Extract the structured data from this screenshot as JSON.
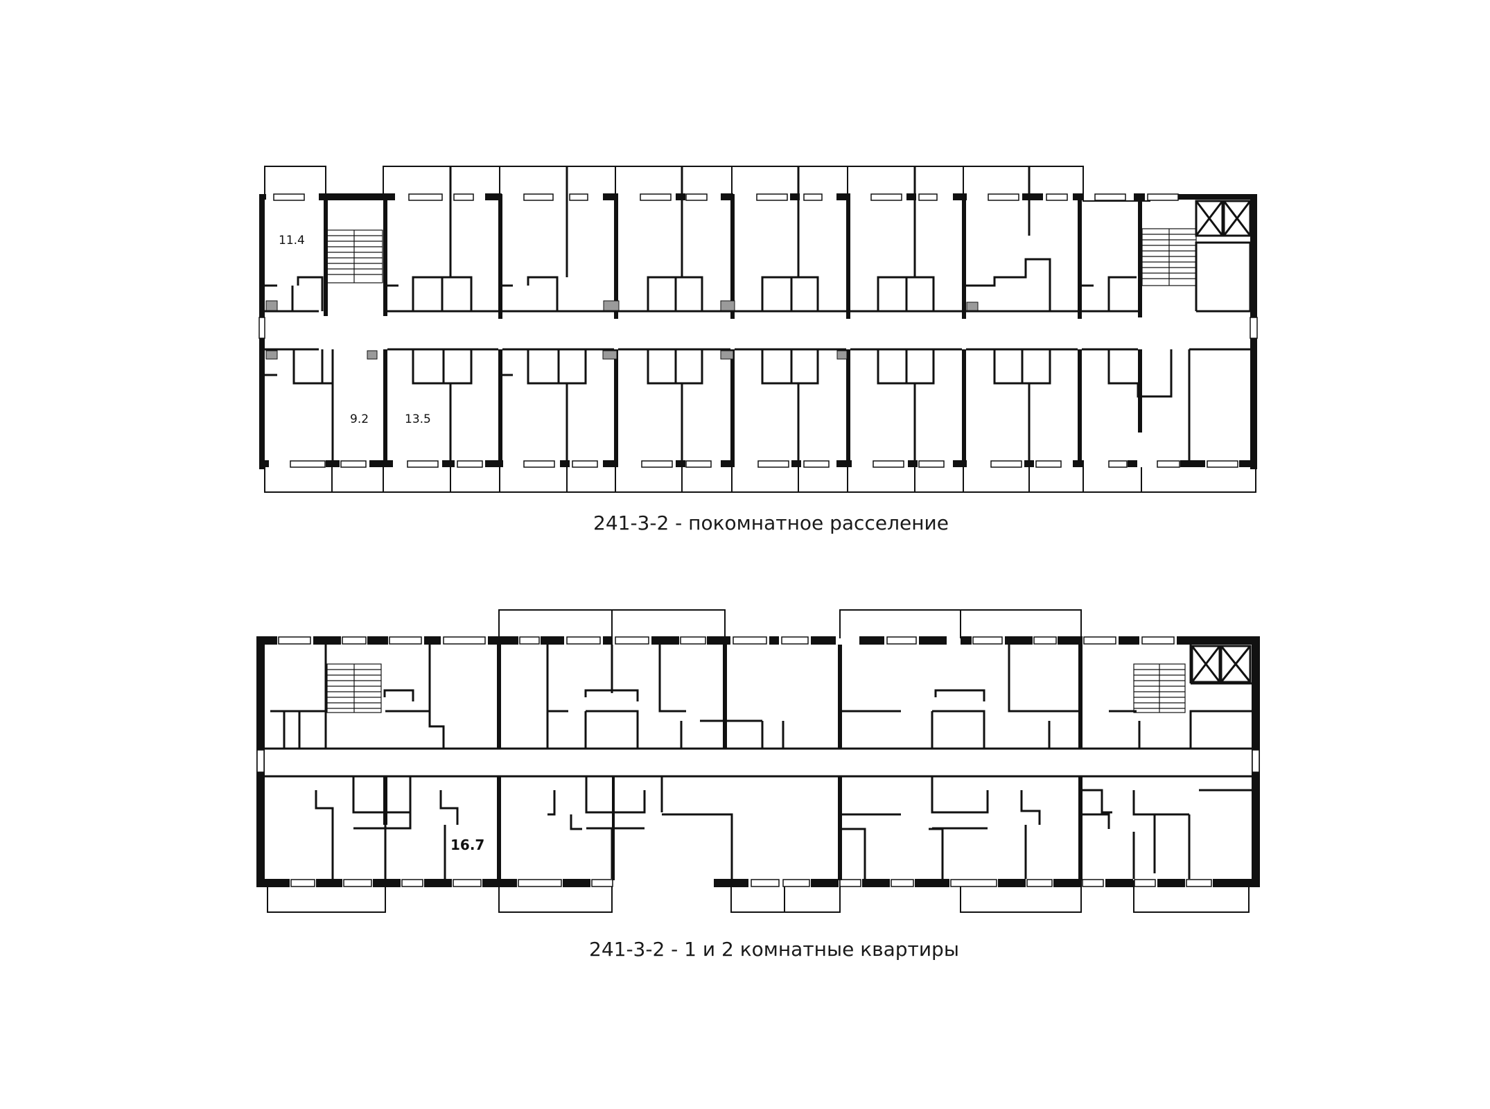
{
  "plans": [
    {
      "id": "plan1",
      "caption": "241-3-2 - покомнатное расселение",
      "areas": [
        {
          "id": "area-11-4",
          "value": "11.4",
          "bold": false
        },
        {
          "id": "area-9-2",
          "value": "9.2",
          "bold": false
        },
        {
          "id": "area-13-5",
          "value": "13.5",
          "bold": false
        }
      ]
    },
    {
      "id": "plan2",
      "caption": "241-3-2 - 1 и 2 комнатные квартиры",
      "areas": [
        {
          "id": "area-16-7",
          "value": "16.7",
          "bold": true
        }
      ]
    }
  ],
  "colors": {
    "wall": "#111111",
    "thin": "#111111",
    "window": "#ffffff",
    "hatch": "#999999"
  },
  "icons": [
    "staircase-icon",
    "elevator-shaft-icon"
  ]
}
